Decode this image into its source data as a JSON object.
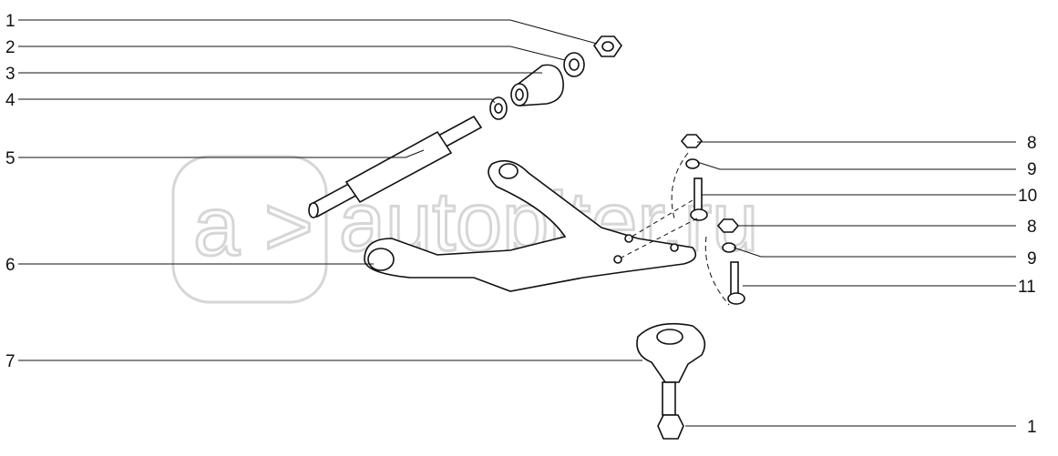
{
  "watermark": {
    "logo_letter": "a",
    "text": "autopiter.ru"
  },
  "callouts_left": [
    {
      "num": "1",
      "part": "nut"
    },
    {
      "num": "2",
      "part": "washer"
    },
    {
      "num": "3",
      "part": "bushing"
    },
    {
      "num": "4",
      "part": "washer"
    },
    {
      "num": "5",
      "part": "adjusting-stud"
    },
    {
      "num": "6",
      "part": "lever-arm"
    },
    {
      "num": "7",
      "part": "ball-joint"
    }
  ],
  "callouts_right": [
    {
      "num": "8",
      "part": "nut"
    },
    {
      "num": "9",
      "part": "washer"
    },
    {
      "num": "10",
      "part": "bolt"
    },
    {
      "num": "8",
      "part": "nut"
    },
    {
      "num": "9",
      "part": "washer"
    },
    {
      "num": "11",
      "part": "bolt"
    },
    {
      "num": "1",
      "part": "nut"
    }
  ]
}
